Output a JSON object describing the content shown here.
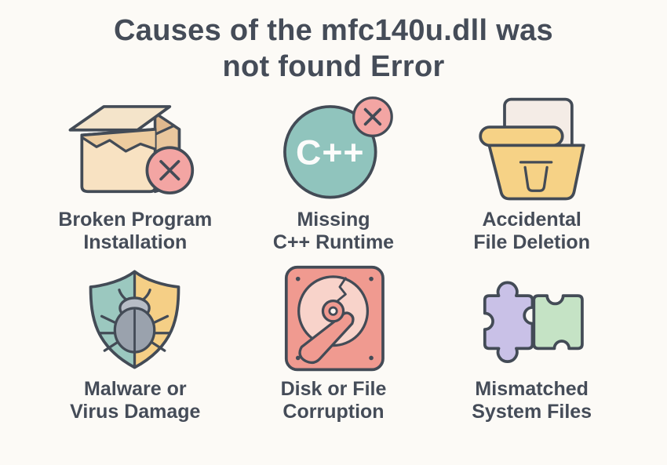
{
  "title": {
    "lines": [
      "Causes of the mfc140u.dll was",
      "not found Error"
    ]
  },
  "items": [
    {
      "id": "broken-program-installation",
      "icon": "broken-box-error-icon",
      "label_lines": [
        "Broken Program",
        "Installation"
      ]
    },
    {
      "id": "missing-cpp-runtime",
      "icon": "cpp-circle-missing-icon",
      "icon_text": "C++",
      "label_lines": [
        "Missing",
        "C++ Runtime"
      ]
    },
    {
      "id": "accidental-file-deletion",
      "icon": "folder-trash-icon",
      "label_lines": [
        "Accidental",
        "File Deletion"
      ]
    },
    {
      "id": "malware-virus-damage",
      "icon": "shield-bug-icon",
      "label_lines": [
        "Malware or",
        "Virus Damage"
      ]
    },
    {
      "id": "disk-file-corruption",
      "icon": "cracked-hard-disk-icon",
      "label_lines": [
        "Disk or File",
        "Corruption"
      ]
    },
    {
      "id": "mismatched-system-files",
      "icon": "mismatched-puzzle-icon",
      "label_lines": [
        "Mismatched",
        "System Files"
      ]
    }
  ],
  "colors": {
    "background": "#fcfaf6",
    "ink": "#454c58",
    "outline": "#434b56",
    "box-tan-light": "#f8e2c2",
    "box-tan-mid": "#edcc9f",
    "box-tan-flap": "#f4e4ca",
    "box-tan-side": "#e9c79d",
    "box-tan-inner": "#e0b98e",
    "badge-pink": "#f3a5a3",
    "teal": "#90c4bd",
    "icon-text-white": "#fcfcfb",
    "paper-cream": "#f4ece6",
    "gold": "#f6d286",
    "shield-teal": "#9bc8bf",
    "shield-gold": "#f5cf86",
    "salmon": "#f09a90",
    "salmon-light": "#f8d3ca",
    "hub-light": "#fdf5f0",
    "bug-gray": "#9aa2ad",
    "bug-gray-light": "#b7bdc6",
    "lavender": "#c9c1e7",
    "puzzle-green": "#c5e3c5"
  }
}
